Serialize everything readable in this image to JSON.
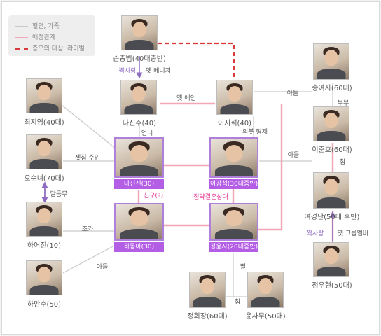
{
  "legend": {
    "family": "혈연, 가족",
    "romance": "애정관계",
    "rival": "증오의 대상, 라이벌"
  },
  "colors": {
    "family_line": "#c9c9c9",
    "romance_line": "#f2a7b6",
    "rival_line": "#d93a3a",
    "crush_arrow": "#8d6bc1",
    "main_label_bg": "#b45ee6"
  },
  "characters": {
    "son_jongbeom": "손종범(40대중반)",
    "choi_jiyoung": "최지영(40대)",
    "na_jinju": "나진주(40)",
    "lee_jiseok": "이지석(40)",
    "song_yeosa": "송여사(60대)",
    "oh_sunnyeo": "오순녀(70대)",
    "na_jinjin": "나진진(30)",
    "lee_kangseok": "이강석(30대중반)",
    "lee_chunho": "이춘호(60대)",
    "ha_eojin": "하어진(10)",
    "ha_dongwook": "하동아(30)",
    "jung_yunsa": "정윤사(20대중반)",
    "yeo_gyeongnan": "여경난(50대 후반)",
    "ha_mansu": "하만수(50)",
    "jung_hoejang": "정회장(60대)",
    "yoon_samu": "윤사무(50대)",
    "jung_woohyun": "정우현(50대)"
  },
  "relations": {
    "crush_1": "짝사랑",
    "old_manager": "옛 메니저",
    "ex_lover": "옛 애인",
    "son_1": "아들",
    "couple": "부부",
    "older_sister": "언니",
    "half_brother": "의붓 형제",
    "landlady": "셋집 주인",
    "son_2": "아들",
    "concubine_1": "첩",
    "friend": "친구(?)",
    "arranged_marriage": "정략결혼상대",
    "speech_friend": "말동무",
    "nephew": "조카",
    "crush_2": "짝사랑",
    "old_group_member": "옛 그룹멤버",
    "son_3": "아들",
    "daughter": "딸",
    "concubine_2": "첩"
  }
}
